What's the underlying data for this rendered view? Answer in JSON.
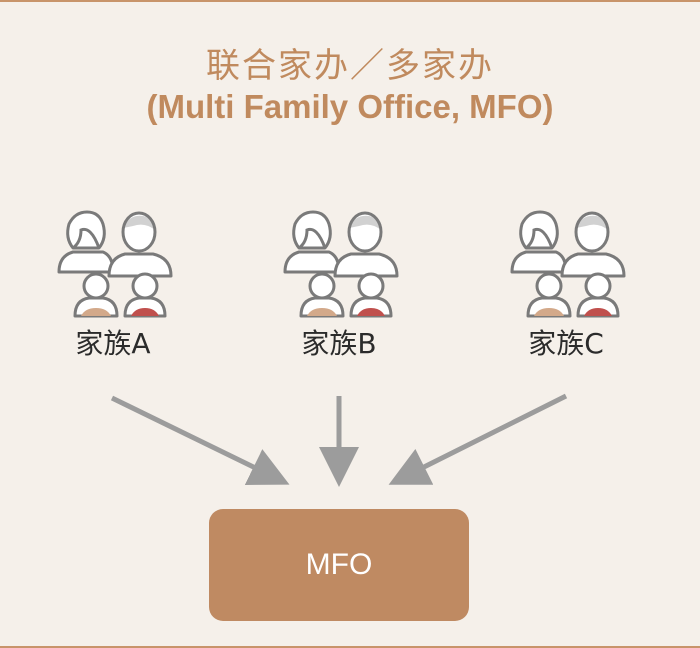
{
  "title": {
    "line1": "联合家办／多家办",
    "line2": "(Multi Family Office, MFO)"
  },
  "families": [
    {
      "label": "家族A"
    },
    {
      "label": "家族B"
    },
    {
      "label": "家族C"
    }
  ],
  "target": {
    "label": "MFO"
  },
  "colors": {
    "background": "#f5f0ea",
    "accent": "#c08a5e",
    "box": "#bf8a62",
    "arrow": "#9c9c9c",
    "icon_outline": "#7a7a7a",
    "child_left_shirt": "#d3a98a",
    "child_right_shirt": "#c0504d"
  },
  "icons": [
    "family-icon"
  ]
}
